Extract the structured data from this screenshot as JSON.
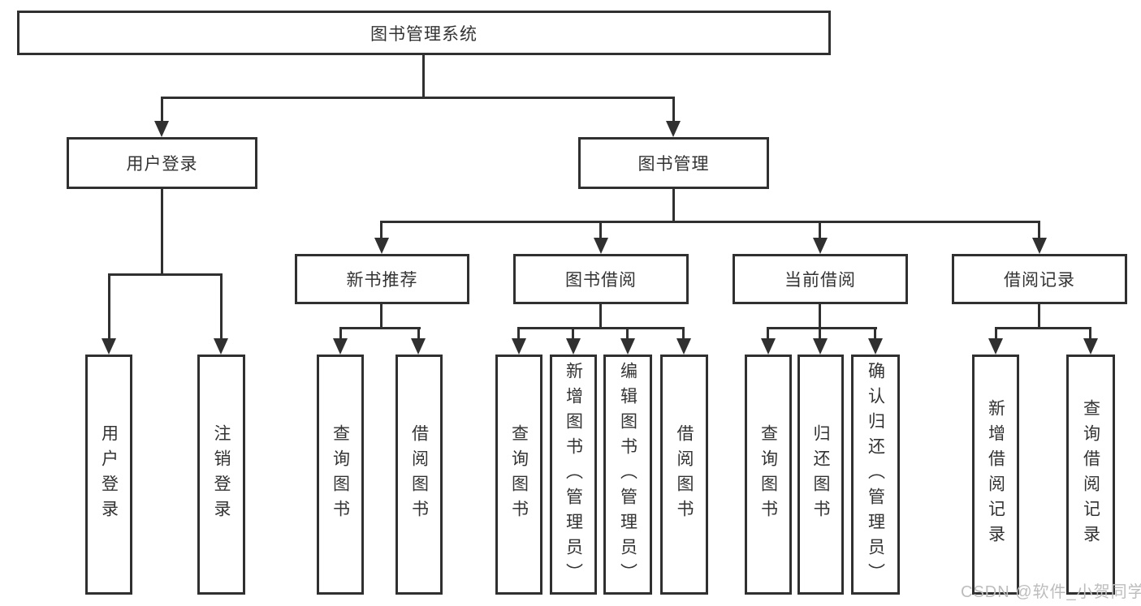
{
  "diagram": {
    "root": {
      "label": "图书管理系统"
    },
    "branches": [
      {
        "label": "用户登录",
        "children": [
          {
            "label": "用户登录"
          },
          {
            "label": "注销登录"
          }
        ]
      },
      {
        "label": "图书管理",
        "children": [
          {
            "label": "新书推荐",
            "children": [
              {
                "label": "查询图书"
              },
              {
                "label": "借阅图书"
              }
            ]
          },
          {
            "label": "图书借阅",
            "children": [
              {
                "label": "查询图书"
              },
              {
                "label": "新增图书（管理员）"
              },
              {
                "label": "编辑图书（管理员）"
              },
              {
                "label": "借阅图书"
              }
            ]
          },
          {
            "label": "当前借阅",
            "children": [
              {
                "label": "查询图书"
              },
              {
                "label": "归还图书"
              },
              {
                "label": "确认归还（管理员）"
              }
            ]
          },
          {
            "label": "借阅记录",
            "children": [
              {
                "label": "新增借阅记录"
              },
              {
                "label": "查询借阅记录"
              }
            ]
          }
        ]
      }
    ]
  },
  "watermark": {
    "text": "CSDN @软件_小贺同学"
  },
  "colors": {
    "line": "#303030",
    "text": "#333333",
    "box_background": "#ffffff",
    "watermark": "#bdbdbd"
  }
}
